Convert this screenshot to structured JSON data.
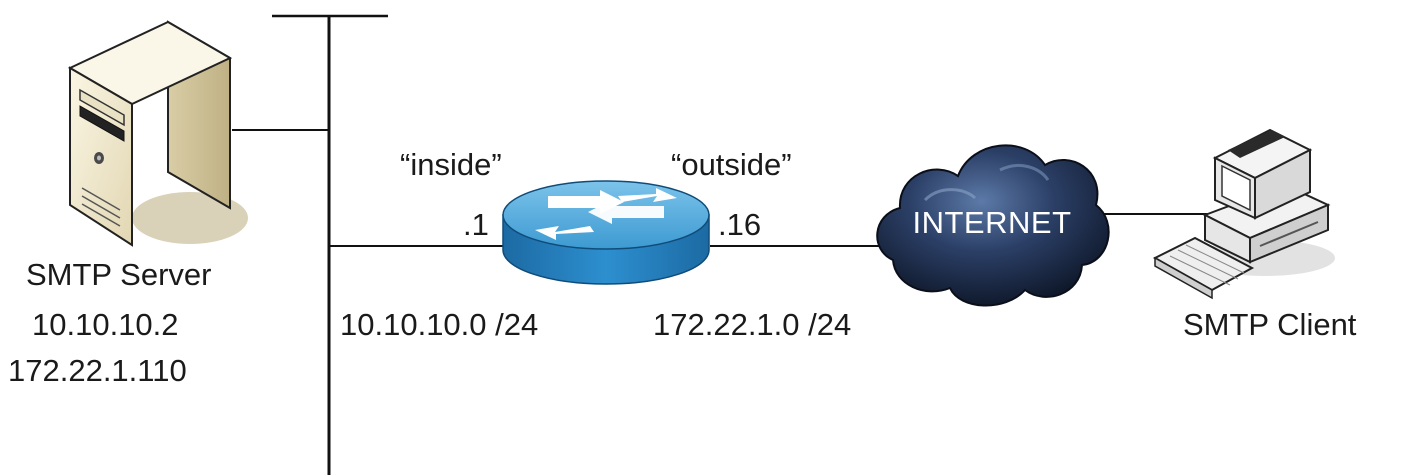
{
  "server": {
    "name": "SMTP Server",
    "ip_inside": "10.10.10.2",
    "ip_global": "172.22.1.110"
  },
  "router": {
    "inside_label": "“inside”",
    "outside_label": "“outside”",
    "inside_host": ".1",
    "outside_host": ".16"
  },
  "networks": {
    "inside": "10.10.10.0 /24",
    "outside": "172.22.1.0 /24"
  },
  "cloud": {
    "label": "INTERNET"
  },
  "client": {
    "name": "SMTP Client"
  },
  "icons": {
    "server": "tower-server-icon",
    "router": "router-icon",
    "cloud": "internet-cloud-icon",
    "client": "desktop-computer-icon"
  },
  "colors": {
    "router_top": "#4ea7d8",
    "router_side": "#1f7fbf",
    "cloud": "#1f2d4a",
    "server_body": "#f1ead0"
  }
}
